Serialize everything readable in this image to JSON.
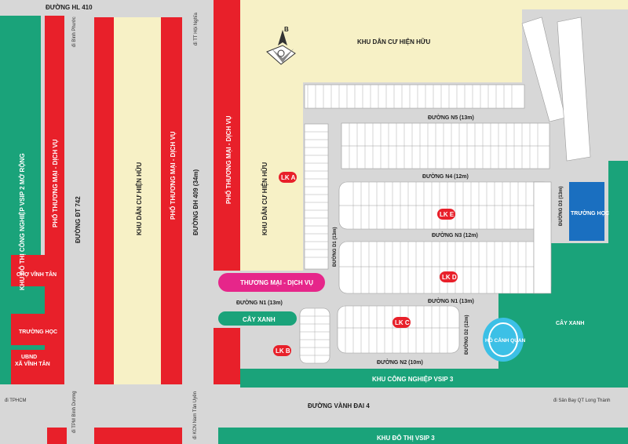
{
  "roads": {
    "hl410": "ĐƯỜNG HL 410",
    "dt742": "ĐƯỜNG ĐT 742",
    "dh409": "ĐƯỜNG ĐH 409 (34m)",
    "n5": "ĐƯỜNG N5 (13m)",
    "n4": "ĐƯỜNG N4 (12m)",
    "n3": "ĐƯỜNG N3 (12m)",
    "n1a": "ĐƯỜNG N1 (13m)",
    "n1b": "ĐƯỜNG N1 (13m)",
    "n2": "ĐƯỜNG N2 (10m)",
    "d1": "ĐƯỜNG D1 (13m)",
    "d2": "ĐƯỜNG D2 (12m)",
    "d3": "ĐƯỜNG D3 (13m)",
    "vanhdai4": "ĐƯỜNG VÀNH ĐAI 4"
  },
  "directions": {
    "binh_phuoc": "đi Bình Phước",
    "tt_hoi_nghia": "đi TT Hội Nghĩa",
    "tphcm": "đi TPHCM",
    "tpm_binh_duong": "đi TPM Bình Dương",
    "kcn_nam_tan_uyen": "đi KCN Nam Tân Uyên",
    "san_bay": "đi Sân Bay QT Long Thành"
  },
  "zones": {
    "kcn_vsip2": "KHU ĐÔ THỊ CÔNG NGHIỆP VSIP 2 MỞ RỘNG",
    "pho_tm_dv_1": "PHỐ THƯƠNG MẠI - DỊCH VỤ",
    "pho_tm_dv_2": "PHỐ THƯƠNG MẠI - DỊCH VỤ",
    "pho_tm_dv_3": "PHỐ THƯƠNG MẠI - DỊCH VỤ",
    "kdc_hien_huu_1": "KHU DÂN CƯ HIỆN HỮU",
    "kdc_hien_huu_2": "KHU DÂN CƯ HIỆN HỮU",
    "kdc_hien_huu_3": "KHU DÂN CƯ HIỆN HỮU",
    "cho_vinh_tan": "CHỢ VĨNH TÂN",
    "truong_hoc_1": "TRƯỜNG HỌC",
    "ubnd_1": "UBND",
    "ubnd_2": "XÃ VĨNH TÂN",
    "thuong_mai_dich_vu": "THƯƠNG MẠI - DỊCH VỤ",
    "cay_xanh_1": "CÂY XANH",
    "cay_xanh_2": "CÂY XANH",
    "truong_hoc_2": "TRƯỜNG HỌC",
    "ho_canh_quan": "HỒ CẢNH QUAN",
    "kcn_vsip3": "KHU CÔNG NGHIỆP VSIP 3",
    "kdt_vsip3": "KHU ĐÔ THỊ VSIP 3"
  },
  "blocks": {
    "lka": "LK A",
    "lkb": "LK B",
    "lkc": "LK C",
    "lkd": "LK D",
    "lke": "LK E"
  },
  "compass": {
    "label": "B"
  },
  "colors": {
    "green": "#1aa37a",
    "red": "#e8202a",
    "cream": "#f7f1c6",
    "road": "#d7d7d7",
    "white_lot": "#ffffff",
    "lot_block": "#c9c9c9",
    "magenta": "#e6268a",
    "blue": "#1a6fc0",
    "lake": "#3cc0e6",
    "label_red": "#e8202a"
  }
}
